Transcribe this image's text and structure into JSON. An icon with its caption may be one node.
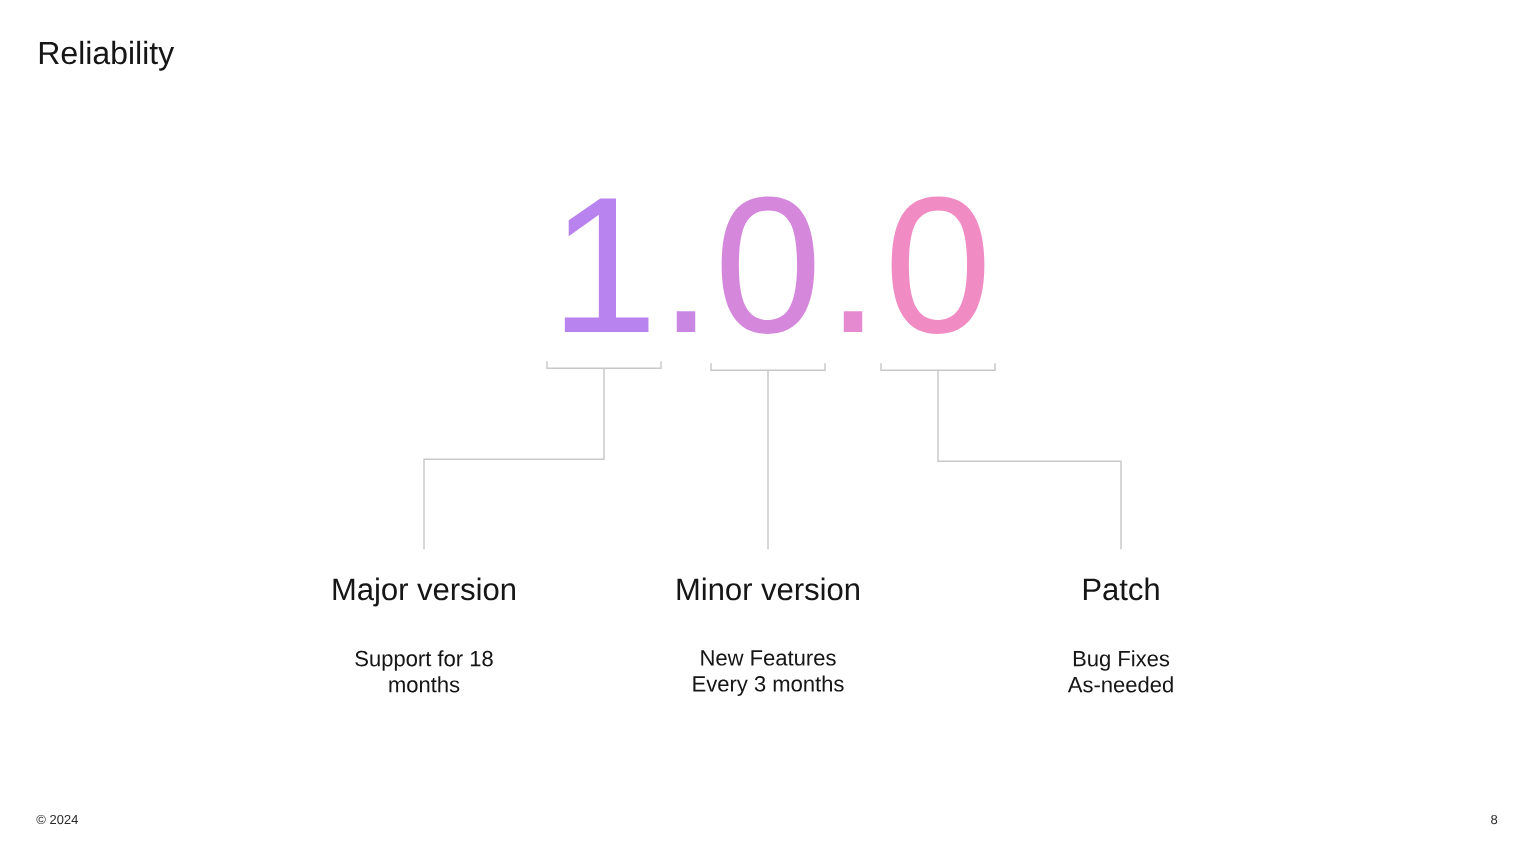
{
  "diagram": {
    "title": "Reliability",
    "nodes": [
      {
        "text": [
          "1"
        ]
      },
      {
        "text": [
          "0"
        ]
      },
      {
        "text": [
          "0"
        ]
      },
      {
        "text": [
          "Major version",
          "Support for 18 months"
        ]
      },
      {
        "text": [
          "Minor version",
          "New Features Every 3 months"
        ]
      },
      {
        "text": [
          "Patch",
          "Bug Fixes As-needed"
        ]
      }
    ],
    "edges": [
      {
        "from": 3,
        "to": 0,
        "arrow": "none"
      },
      {
        "from": 4,
        "to": 1,
        "arrow": "none"
      },
      {
        "from": 5,
        "to": 2,
        "arrow": "none"
      }
    ],
    "labels": [
      ".",
      ".",
      "© 2024",
      "8"
    ]
  }
}
